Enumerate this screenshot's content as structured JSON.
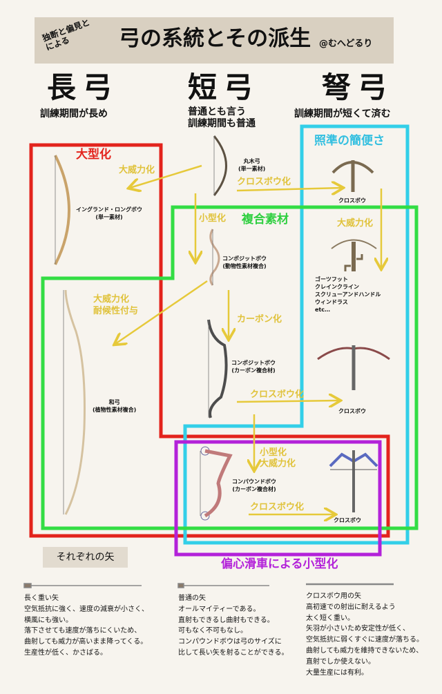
{
  "header": {
    "prefix": "独断と偏見とによる",
    "title": "弓の系統とその派生",
    "author": "@むへどるり"
  },
  "columns": [
    {
      "name": "長弓",
      "note": "訓練期間が長め"
    },
    {
      "name": "短弓",
      "note_lines": [
        "普通とも言う",
        "訓練期間も普通"
      ]
    },
    {
      "name": "弩弓",
      "note": "訓練期間が短くて済む"
    }
  ],
  "groups": {
    "large": "大型化",
    "aim": "照準の簡便さ",
    "composite": "複合素材",
    "eccentric": "偏心滑車による小型化"
  },
  "transitions": {
    "power1": "大威力化",
    "smaller1": "小型化",
    "crossbow1": "クロスボウ化",
    "power2": "大威力化",
    "power_weather": [
      "大威力化",
      "耐候性付与"
    ],
    "carbon": "カーボン化",
    "crossbow2": "クロスボウ化",
    "smaller_power": [
      "小型化",
      "大威力化"
    ],
    "crossbow3": "クロスボウ化"
  },
  "bows": {
    "maruki": [
      "丸木弓",
      "(単一素材)"
    ],
    "longbow": [
      "イングランド・ロングボウ",
      "(単一素材)"
    ],
    "composite_animal": [
      "コンポジットボウ",
      "(動物性素材複合)"
    ],
    "crossbow1": "クロスボウ",
    "crossbow_mech": [
      "ゴーツフット",
      "クレインクライン",
      "スクリューアンドハンドル",
      "ウィンドラス",
      "etc…"
    ],
    "composite_carbon": [
      "コンポジットボウ",
      "(カーボン複合材)"
    ],
    "wakyu": [
      "和弓",
      "(植物性素材複合)"
    ],
    "crossbow2": "クロスボウ",
    "compound": [
      "コンパウンドボウ",
      "(カーボン複合材)"
    ],
    "crossbow3": "クロスボウ"
  },
  "arrows": {
    "heading": "それぞれの矢",
    "items": [
      {
        "lines": [
          "長く重い矢",
          "空気抵抗に強く、速度の減衰が小さく、",
          "横風にも強い。",
          "落下させても速度が落ちにくいため、",
          "曲射しても威力が高いまま降ってくる。",
          "生産性が低く、かさばる。"
        ]
      },
      {
        "lines": [
          "普通の矢",
          "オールマイティーである。",
          "直射もできるし曲射もできる。",
          "可もなく不可もなし。",
          "コンパウンドボウは弓のサイズに",
          "比して長い矢を射ることができる。"
        ]
      },
      {
        "lines": [
          "クロスボウ用の矢",
          "高初速での射出に耐えるよう",
          "太く短く重い。",
          "矢羽が小さいため安定性が低く、",
          "空気抵抗に弱くすぐに速度が落ちる。",
          "曲射しても威力を維持できないため、",
          "直射でしか使えない。",
          "大量生産には有利。"
        ]
      }
    ]
  },
  "colors": {
    "red": "#e3231c",
    "cyan": "#33cfe8",
    "green": "#33dd44",
    "magenta": "#b322d9",
    "yellow": "#e6c93a",
    "band": "#d9d0c1"
  }
}
